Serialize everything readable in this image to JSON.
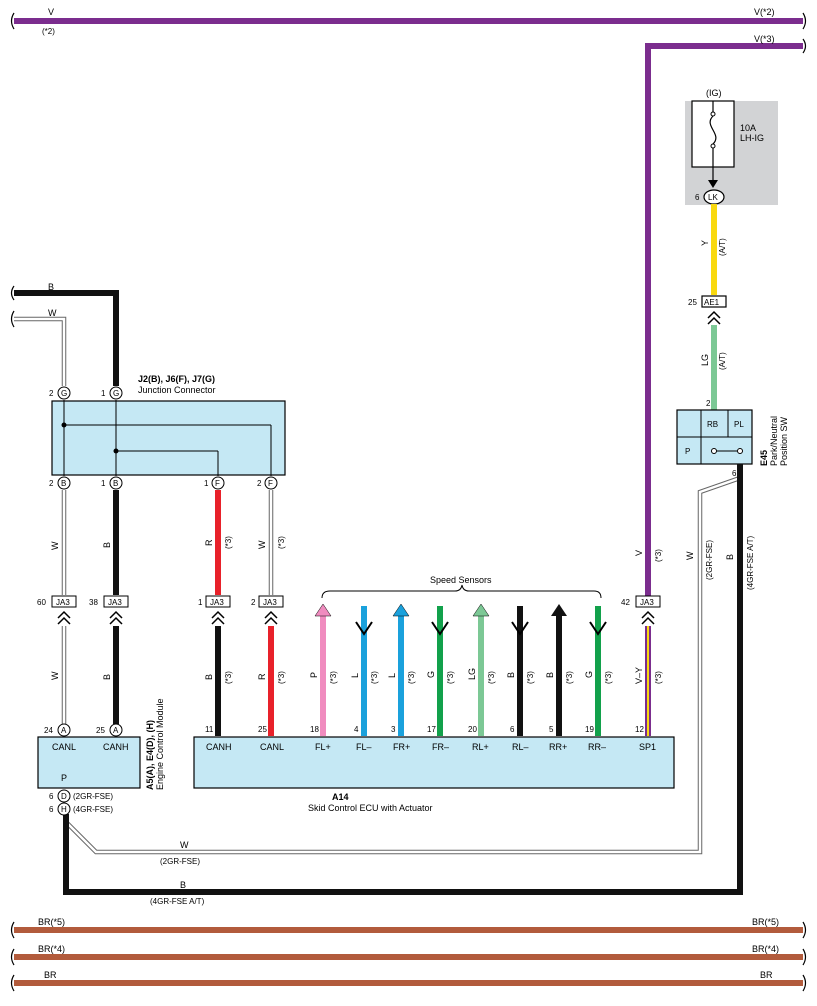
{
  "bus_top": {
    "left_label": "V",
    "left_note": "(*2)",
    "right_label": "V(*2)",
    "right_label2": "V(*3)"
  },
  "fuse": {
    "source": "(IG)",
    "rating": "10A",
    "name": "LH-IG",
    "pin": "6",
    "connector": "LK"
  },
  "wire_y": {
    "color": "Y",
    "note": "(A/T)"
  },
  "ae1": {
    "pin": "25",
    "name": "AE1"
  },
  "wire_lg": {
    "color": "LG",
    "note": "(A/T)"
  },
  "e45": {
    "pin_top": "2",
    "rb": "RB",
    "pl": "PL",
    "p": "P",
    "pin_bottom": "6",
    "code": "E45",
    "name1": "Park/Neutral",
    "name2": "Position SW"
  },
  "junction": {
    "codes": "J2(B), J6(F), J7(G)",
    "name": "Junction Connector",
    "top_pins": [
      {
        "num": "2",
        "letter": "G"
      },
      {
        "num": "1",
        "letter": "G"
      }
    ],
    "bottom_pins": [
      {
        "num": "2",
        "letter": "B"
      },
      {
        "num": "1",
        "letter": "B"
      },
      {
        "num": "1",
        "letter": "F"
      },
      {
        "num": "2",
        "letter": "F"
      }
    ]
  },
  "left_wires": {
    "b": "B",
    "w": "W"
  },
  "jwires": [
    {
      "color": "W",
      "note": ""
    },
    {
      "color": "B",
      "note": ""
    },
    {
      "color": "R",
      "note": "(*3)"
    },
    {
      "color": "W",
      "note": "(*3)"
    }
  ],
  "ja3": [
    {
      "pin": "60",
      "name": "JA3"
    },
    {
      "pin": "38",
      "name": "JA3"
    },
    {
      "pin": "1",
      "name": "JA3"
    },
    {
      "pin": "2",
      "name": "JA3"
    },
    {
      "pin": "42",
      "name": "JA3"
    }
  ],
  "v_wire": {
    "color": "V",
    "note": "(*3)"
  },
  "right_wires": {
    "w": "W",
    "w_note": "(2GR-FSE)",
    "b": "B",
    "b_note": "(4GR-FSE A/T)"
  },
  "ecm": {
    "code": "A5(A), E4(D), (H)",
    "name": "Engine Control Module",
    "pins": [
      {
        "num": "24",
        "letter": "A",
        "label": "CANL",
        "wire": "W"
      },
      {
        "num": "25",
        "letter": "A",
        "label": "CANH",
        "wire": "B"
      }
    ],
    "p": "P",
    "bottom_pins": [
      {
        "num": "6",
        "letter": "D",
        "note": "(2GR-FSE)"
      },
      {
        "num": "6",
        "letter": "H",
        "note": "(4GR-FSE)"
      }
    ]
  },
  "speed_sensors_label": "Speed Sensors",
  "ecu": {
    "code": "A14",
    "name": "Skid Control ECU with Actuator",
    "pins": [
      {
        "num": "11",
        "label": "CANH",
        "wire": "B",
        "note": "(*3)"
      },
      {
        "num": "25",
        "label": "CANL",
        "wire": "R",
        "note": "(*3)"
      },
      {
        "num": "18",
        "label": "FL+",
        "wire": "P",
        "note": "(*3)"
      },
      {
        "num": "4",
        "label": "FL–",
        "wire": "L",
        "note": "(*3)"
      },
      {
        "num": "3",
        "label": "FR+",
        "wire": "L",
        "note": "(*3)"
      },
      {
        "num": "17",
        "label": "FR–",
        "wire": "G",
        "note": "(*3)"
      },
      {
        "num": "20",
        "label": "RL+",
        "wire": "LG",
        "note": "(*3)"
      },
      {
        "num": "6",
        "label": "RL–",
        "wire": "B",
        "note": "(*3)"
      },
      {
        "num": "5",
        "label": "RR+",
        "wire": "B",
        "note": "(*3)"
      },
      {
        "num": "19",
        "label": "RR–",
        "wire": "G",
        "note": "(*3)"
      },
      {
        "num": "12",
        "label": "SP1",
        "wire": "V–Y",
        "note": "(*3)"
      }
    ]
  },
  "bottom_w": {
    "color": "W",
    "note": "(2GR-FSE)"
  },
  "bottom_b": {
    "color": "B",
    "note": "(4GR-FSE A/T)"
  },
  "bus_bottom": [
    {
      "left": "BR(*5)",
      "right": "BR(*5)"
    },
    {
      "left": "BR(*4)",
      "right": "BR(*4)"
    },
    {
      "left": "BR",
      "right": "BR"
    }
  ],
  "colors": {
    "violet": "#7b2d8e",
    "black": "#111111",
    "red": "#e8212a",
    "pink": "#f08cbf",
    "blue": "#1aa1dc",
    "green": "#12a14b",
    "lightgreen": "#7cc895",
    "yellow": "#f9d90f",
    "brown": "#b25b3c",
    "box": "#c5e8f4",
    "fusebg": "#d2d3d5"
  }
}
